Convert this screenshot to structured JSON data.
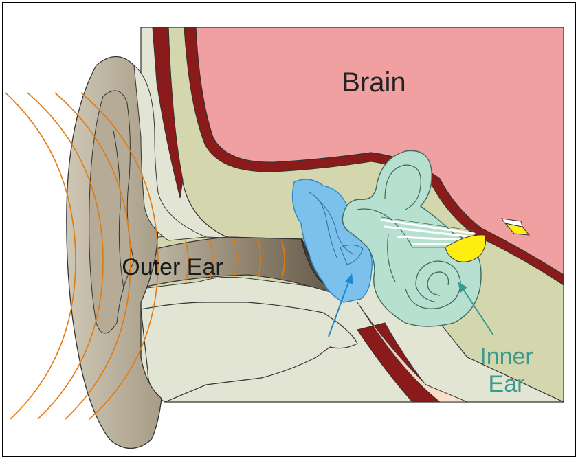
{
  "labels": {
    "brain": "Brain",
    "outer_ear": "Outer Ear",
    "inner_ear_line1": "Inner",
    "inner_ear_line2": "Ear"
  },
  "colors": {
    "frame": "#000000",
    "brain": "#f0a0a0",
    "skull": "#8b1a1a",
    "tissue": "#d4d6ad",
    "pale": "#e2e5d3",
    "pinna": "#b9b09e",
    "canal": "#9b8f7b",
    "middle_ear": "#7cc0ec",
    "middle_ear_stroke": "#2e86c9",
    "inner_ear": "#b8e0d0",
    "nerve_yellow": "#ffec10",
    "sound_wave": "#e07a10",
    "inner_ear_text": "#3c9a8c",
    "arrow_blue": "#1e88d0",
    "arrow_teal": "#3c9a8c"
  }
}
